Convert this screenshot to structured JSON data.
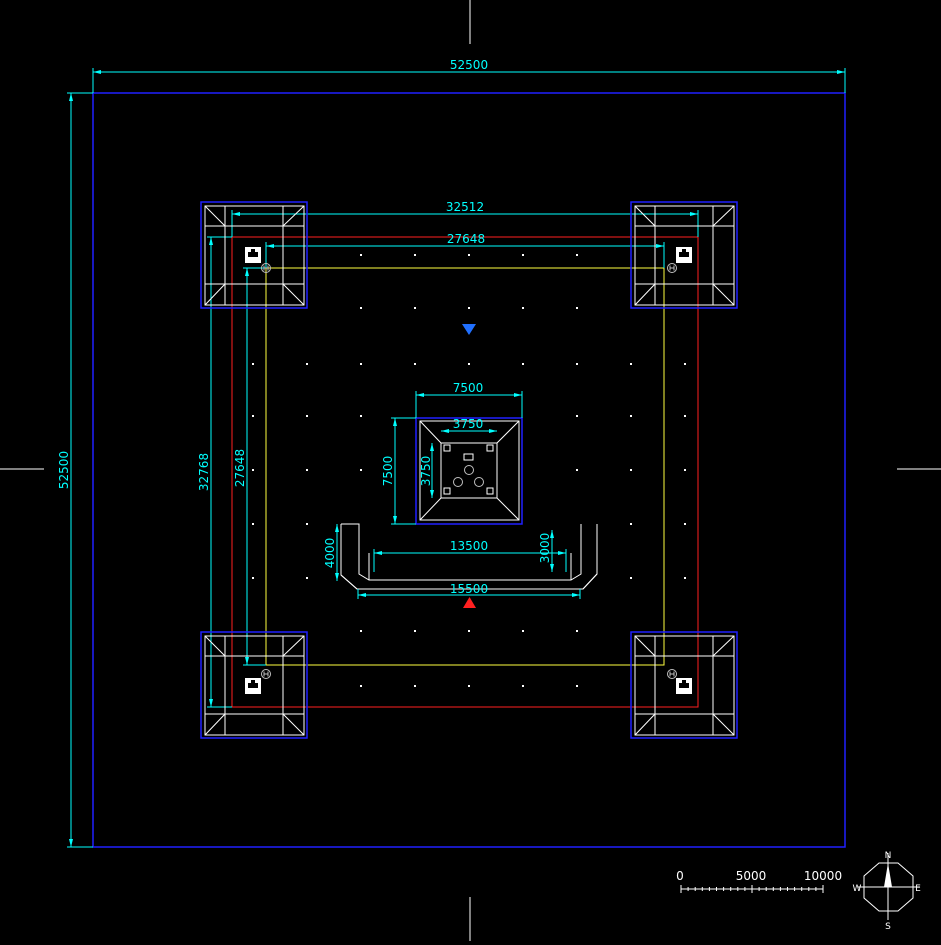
{
  "drawing": {
    "dimensions": {
      "outer_width": "52500",
      "outer_height": "52500",
      "red_span": "32512",
      "yellow_span": "27648",
      "red_height": "32768",
      "yellow_height": "27648",
      "center_outer_width": "7500",
      "center_outer_height": "7500",
      "center_inner_width": "3750",
      "center_inner_height": "3750",
      "channel_inner_width": "13500",
      "channel_outer_width": "15500",
      "channel_left_height": "4000",
      "channel_right_height": "3000"
    },
    "scale_bar": {
      "labels": [
        "0",
        "5000",
        "10000"
      ]
    },
    "compass": {
      "n": "N",
      "s": "S",
      "e": "E",
      "w": "W"
    }
  }
}
